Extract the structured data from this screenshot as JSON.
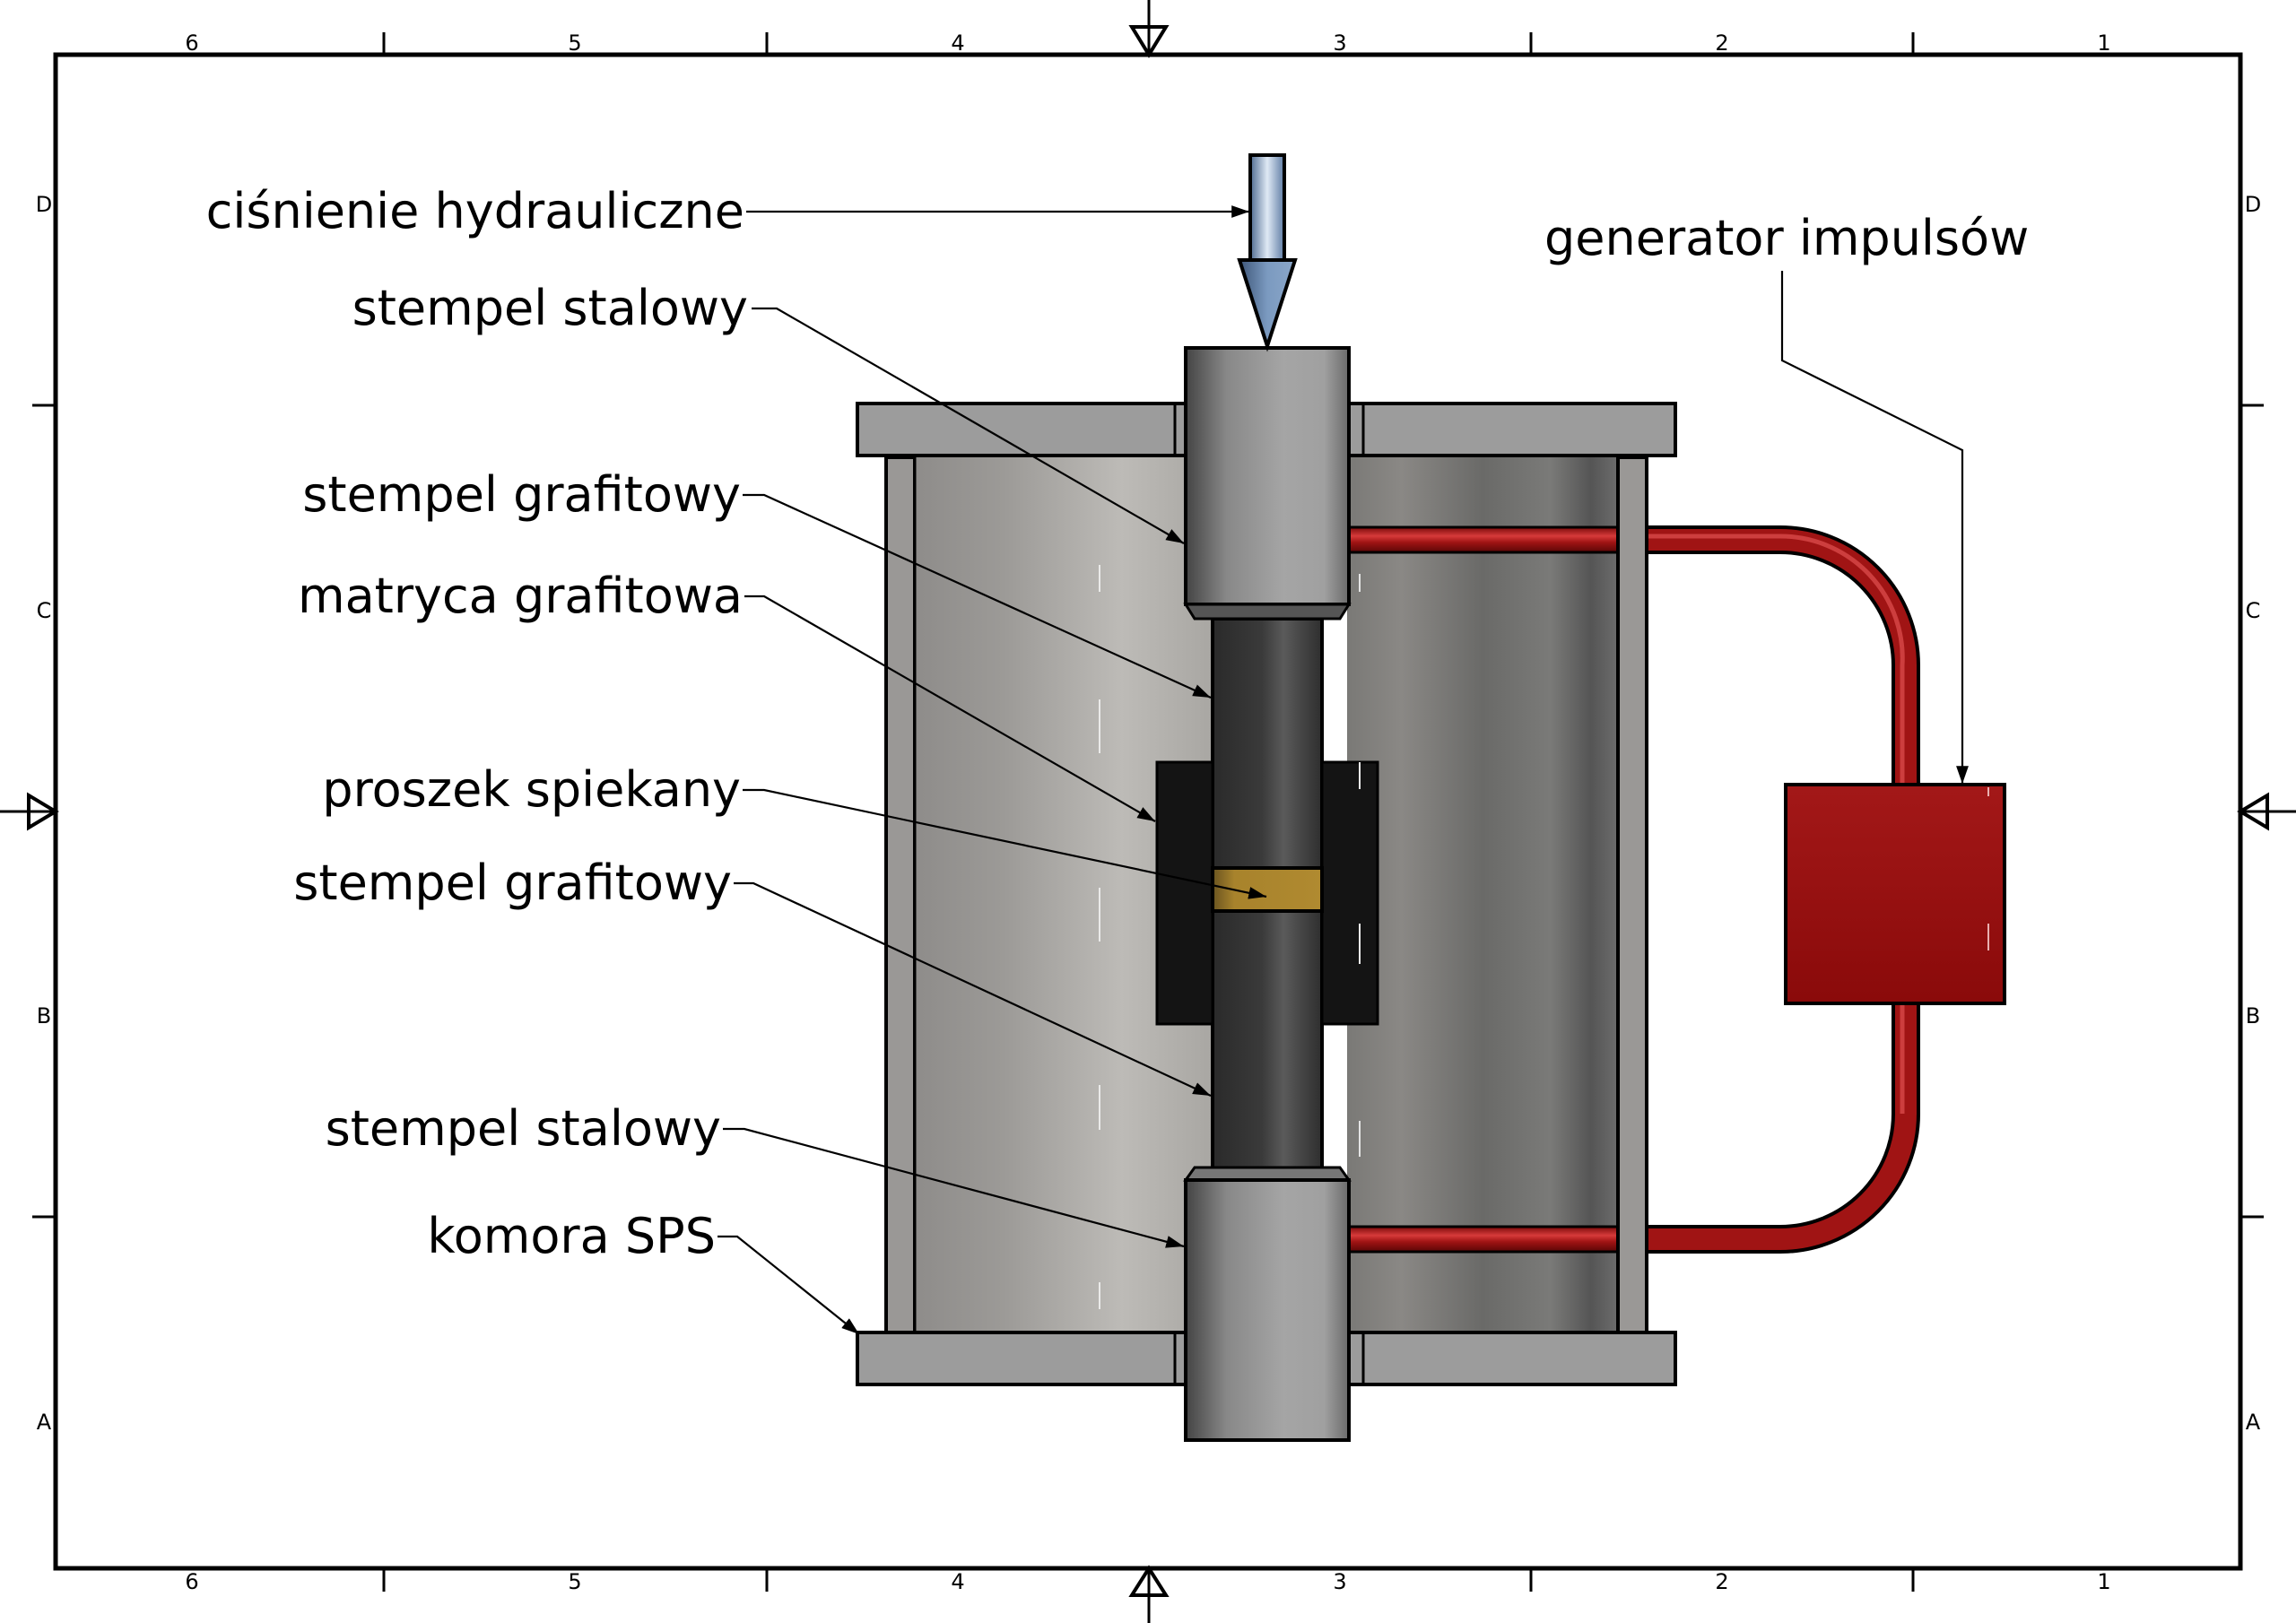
{
  "diagram": {
    "subject": "SPS chamber schematic",
    "colors": {
      "background": "#ffffff",
      "frame": "#000000",
      "steel_light": "#a8a8a8",
      "steel_dark": "#4a4a4a",
      "chamber_light": "#bdbbb7",
      "chamber_dark": "#5e5e5e",
      "graphite": "#3a3a3a",
      "graphite_die": "#141414",
      "powder": "#b08a30",
      "pressure_arrow": "#7b9ac0",
      "circuit_red": "#a01414",
      "generator_red": "#951010"
    },
    "labels": {
      "hydraulic_pressure": "ciśnienie hydrauliczne",
      "steel_punch_top": "stempel stalowy",
      "graphite_punch_top": "stempel grafitowy",
      "graphite_die": "matryca grafitowa",
      "sintered_powder": "proszek spiekany",
      "graphite_punch_bottom": "stempel grafitowy",
      "steel_punch_bottom": "stempel stalowy",
      "sps_chamber": "komora SPS",
      "pulse_generator": "generator impulsów"
    },
    "frame": {
      "columns": [
        "6",
        "5",
        "4",
        "3",
        "2",
        "1"
      ],
      "rows": [
        "D",
        "C",
        "B",
        "A"
      ]
    }
  }
}
